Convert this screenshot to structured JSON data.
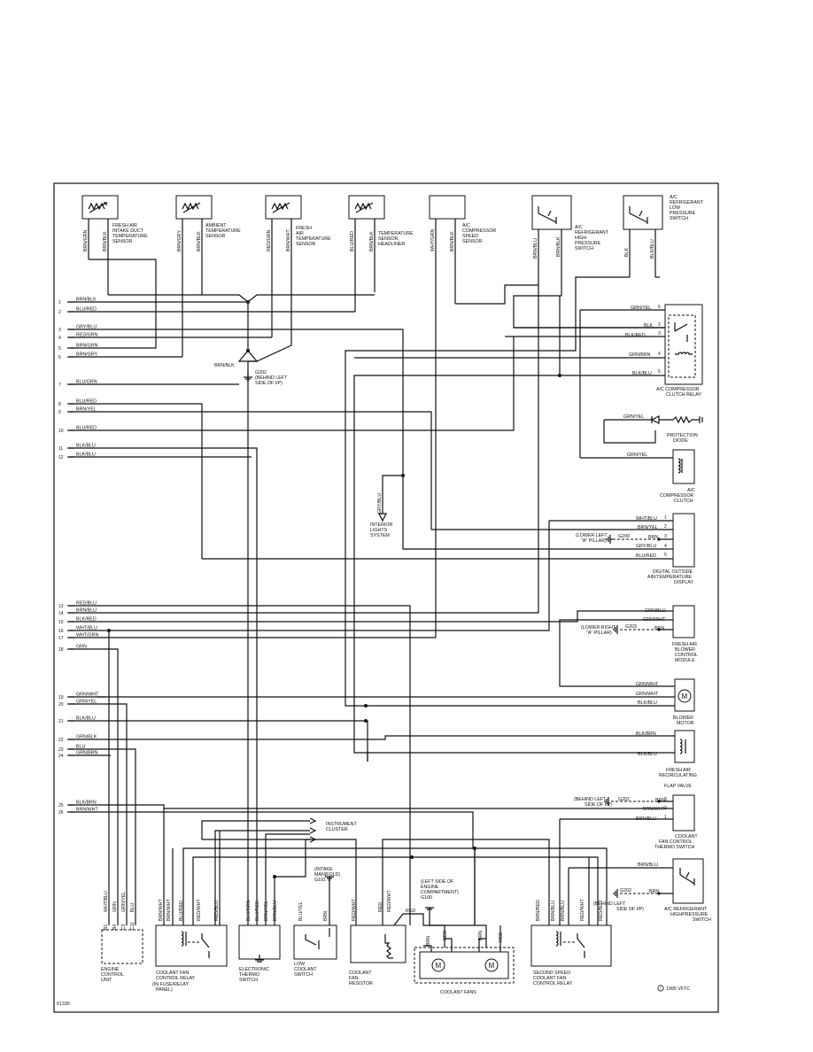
{
  "sensors": {
    "fresh_air_intake": {
      "lines": [
        "FRESH AIR",
        "INTAKE DUCT",
        "TEMPERATURE",
        "SENSOR"
      ],
      "wires": [
        "BRN/GRN",
        "BRN/BLK"
      ]
    },
    "ambient": {
      "lines": [
        "AMBIENT",
        "TEMPERATURE",
        "SENSOR"
      ],
      "wires": [
        "BRN/GRY",
        "BRN/BLK"
      ]
    },
    "fresh_air_temp": {
      "lines": [
        "FRESH",
        "AIR",
        "TEMPERATURE",
        "SENSOR"
      ],
      "wires": [
        "RED/GRN",
        "BRN/WHT"
      ]
    },
    "headliner": {
      "lines": [
        "TEMPERATURE",
        "SENSOR,",
        "HEADLINER"
      ],
      "wires": [
        "BLU/RED",
        "BRN/BLK"
      ]
    },
    "compressor_speed": {
      "lines": [
        "A/C",
        "COMPRESSOR",
        "SPEED",
        "SENSOR"
      ],
      "wires": [
        "WHT/GRN",
        "BRN/BLK"
      ]
    },
    "high_pressure": {
      "lines": [
        "A/C",
        "REFRIGERANT",
        "HIGH",
        "PRESSURE",
        "SWITCH"
      ],
      "wires": [
        "BRN/BLU",
        "BRN/BLK"
      ]
    },
    "low_pressure": {
      "lines": [
        "A/C",
        "REFRIGERANT",
        "LOW",
        "PRESSURE",
        "SWITCH"
      ],
      "wires": [
        "BLK",
        "BLK/BLU"
      ]
    }
  },
  "left_pins": [
    {
      "num": "1",
      "wire": "BRN/BLK"
    },
    {
      "num": "2",
      "wire": "BLU/RED"
    },
    {
      "num": "3",
      "wire": "GRY/BLU"
    },
    {
      "num": "4",
      "wire": "RED/GRN"
    },
    {
      "num": "5",
      "wire": "BRN/GRN"
    },
    {
      "num": "6",
      "wire": "BRN/GRY"
    },
    {
      "num": "7",
      "wire": "BLU/GRN"
    },
    {
      "num": "8",
      "wire": "BLU/RED"
    },
    {
      "num": "9",
      "wire": "BRN/YEL"
    },
    {
      "num": "10",
      "wire": "BLU/RED"
    },
    {
      "num": "11",
      "wire": "BLK/BLU"
    },
    {
      "num": "12",
      "wire": "BLK/BLU"
    },
    {
      "num": "13",
      "wire": "RED/BLU"
    },
    {
      "num": "14",
      "wire": "BRN/BLU"
    },
    {
      "num": "15",
      "wire": "BLK/RED"
    },
    {
      "num": "16",
      "wire": "WHT/BLU"
    },
    {
      "num": "17",
      "wire": "WHT/GRN"
    },
    {
      "num": "18",
      "wire": "GRN"
    },
    {
      "num": "19",
      "wire": "GRN/WHT"
    },
    {
      "num": "20",
      "wire": "GRN/YEL"
    },
    {
      "num": "21",
      "wire": "BLK/BLU"
    },
    {
      "num": "22",
      "wire": "GRN/BLK"
    },
    {
      "num": "23",
      "wire": "BLU"
    },
    {
      "num": "24",
      "wire": "GRN/BRN"
    },
    {
      "num": "25",
      "wire": "BLK/BRN"
    },
    {
      "num": "26",
      "wire": "BRN/WHT"
    }
  ],
  "ground_g202_top": {
    "wire": "BRN/BLK",
    "lines": [
      "G202",
      "(BEHIND LEFT",
      "SIDE OF I/P)"
    ]
  },
  "clutch_relay": {
    "lines": [
      "A/C COMPRESSOR",
      "CLUTCH RELAY"
    ],
    "pins": [
      {
        "wire": "GRN/YEL",
        "num": "6"
      },
      {
        "wire": "BLK",
        "num": "2"
      },
      {
        "wire": "BLK/RED",
        "num": "3"
      },
      {
        "wire": "GRN/BRN",
        "num": "4"
      },
      {
        "wire": "BLK/BLU",
        "num": "5"
      }
    ]
  },
  "diode": {
    "wire": "GRN/YEL",
    "lines": [
      "PROTECTION",
      "DIODE"
    ]
  },
  "clutch": {
    "wire": "GRN/YEL",
    "lines": [
      "A/C",
      "COMPRESSOR",
      "CLUTCH"
    ]
  },
  "interior_lights": {
    "wire": "GRY/BLU",
    "lines": [
      "INTERIOR",
      "LIGHTS",
      "SYSTEM"
    ]
  },
  "display": {
    "lines": [
      "DIGITAL OUTSIDE",
      "AIR/TEMPERATURE",
      "DISPLAY"
    ],
    "pins": [
      {
        "wire": "WHT/BLU",
        "num": "1"
      },
      {
        "wire": "BRN/YEL",
        "num": "2"
      },
      {
        "wire": "BRN",
        "num": "3"
      },
      {
        "wire": "GRY/BLU",
        "num": "4"
      },
      {
        "wire": "BLU/RED",
        "num": "5"
      }
    ],
    "ground": {
      "name": "G200",
      "lines": [
        "(LOWER LEFT",
        "\"A\" PILLAR)"
      ]
    }
  },
  "blower_module": {
    "lines": [
      "FRESH AIR",
      "BLOWER",
      "CONTROL",
      "MODULE"
    ],
    "pins": [
      {
        "wire": "GRN/BLU"
      },
      {
        "wire": "GRN/WHT"
      },
      {
        "wire": "BRN"
      }
    ],
    "ground": {
      "name": "G203",
      "lines": [
        "(LOWER RIGHT",
        "\"A\" PILLAR)"
      ]
    }
  },
  "blower_motor": {
    "lines": [
      "BLOWER",
      "MOTOR"
    ],
    "pins": [
      {
        "wire": "GRN/WHT"
      },
      {
        "wire": "GRN/WHT"
      },
      {
        "wire": "BLK/BLU"
      }
    ]
  },
  "flap_valve": {
    "lines": [
      "FRESH AIR",
      "RECIRCULATING",
      "FLAP VALVE"
    ],
    "pins": [
      {
        "wire": "BLK/BRN"
      },
      {
        "wire": "BLK/BLU"
      }
    ]
  },
  "thermo_switch": {
    "lines": [
      "COOLANT",
      "FAN CONTROL",
      "THERMO SWITCH"
    ],
    "pins": [
      {
        "wire": "BRN",
        "num": "3"
      },
      {
        "wire": "BRN/WHT",
        "num": "2"
      },
      {
        "wire": "BRN/BLU",
        "num": "1"
      }
    ],
    "ground": {
      "name": "G202",
      "lines": [
        "(BEHIND LEFT",
        "SIDE OF I/P)"
      ]
    }
  },
  "ac_high_switch": {
    "lines": [
      "A/C REFRIGERANT",
      "HIGHPRESSURE",
      "SWITCH"
    ],
    "wires": [
      "BRN/BLU",
      "BRN"
    ],
    "ground": {
      "name": "G202",
      "lines": [
        "(BEHIND LEFT",
        "SIDE OF I/P)"
      ]
    }
  },
  "instrument_cluster": {
    "lines": [
      "INSTRUMENT",
      "CLUSTER"
    ]
  },
  "intake_ground": {
    "lines": [
      "(INTAKE",
      "MANIFOLD)",
      "G101"
    ]
  },
  "engine_ground": {
    "lines": [
      "(LEFT SIDE OF",
      "ENGINE",
      "COMPARTMENT)",
      "G100"
    ],
    "wire": "RED"
  },
  "bottom": {
    "ecu": {
      "lines": [
        "ENGINE",
        "CONTROL",
        "UNIT"
      ],
      "wires": [
        "WHT/BLU",
        "GRN",
        "GRN/YEL",
        "BLU"
      ],
      "pins": [
        "B1",
        "B4",
        "C3",
        "C11"
      ]
    },
    "fan_relay": {
      "lines": [
        "COOLANT FAN",
        "CONTROL RELAY",
        "(IN FUSE/RELAY",
        "PANEL)"
      ],
      "wires": [
        "BRN/WHT",
        "BRN/WHT",
        "BLU/RED",
        "RED/WHT",
        "RED/BLU"
      ]
    },
    "thermo": {
      "lines": [
        "ELECTRONIC",
        "THERMO",
        "SWITCH"
      ],
      "wires": [
        "BLU/GRN",
        "BLU/RED",
        "BRN/YEL",
        "BRN/BLU"
      ]
    },
    "low_coolant": {
      "lines": [
        "LOW",
        "COOLANT",
        "SWITCH"
      ],
      "wires": [
        "BLU/YEL",
        "BRN"
      ]
    },
    "resistor": {
      "lines": [
        "COOLANT",
        "FAN",
        "RESISTOR"
      ],
      "wires": [
        "RED/WHT"
      ]
    },
    "fans": {
      "lines": [
        "COOLANT FANS"
      ],
      "wires": [
        "RED",
        "RED/WHT",
        "BRN",
        "RED",
        "BRN",
        "RED"
      ],
      "motor": "M"
    },
    "second_relay": {
      "lines": [
        "SECOND SPEED",
        "COOLANT FAN",
        "CONTROL RELAY"
      ],
      "wires": [
        "BRN/RED",
        "BRN/BLU",
        "BRN/BLU",
        "RED/WHT",
        "RED/BLU"
      ]
    }
  },
  "footer": {
    "code": "61330",
    "copyright": "1995 VFTC"
  }
}
